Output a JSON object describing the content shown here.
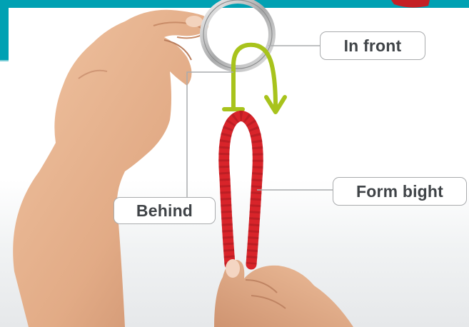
{
  "labels": {
    "in_front": "In front",
    "form_bight": "Form bight",
    "behind": "Behind"
  },
  "colors": {
    "rope": "#d8242a",
    "arrow": "#a8c31c",
    "teal_frame": "#00a1b3",
    "label_border": "#a9abad",
    "label_text": "#3f4347",
    "ring": "#c7c8c9",
    "skin": "#e7b490"
  },
  "icons": [
    "split-ring",
    "red-rope-bight",
    "green-arrow",
    "hand"
  ]
}
